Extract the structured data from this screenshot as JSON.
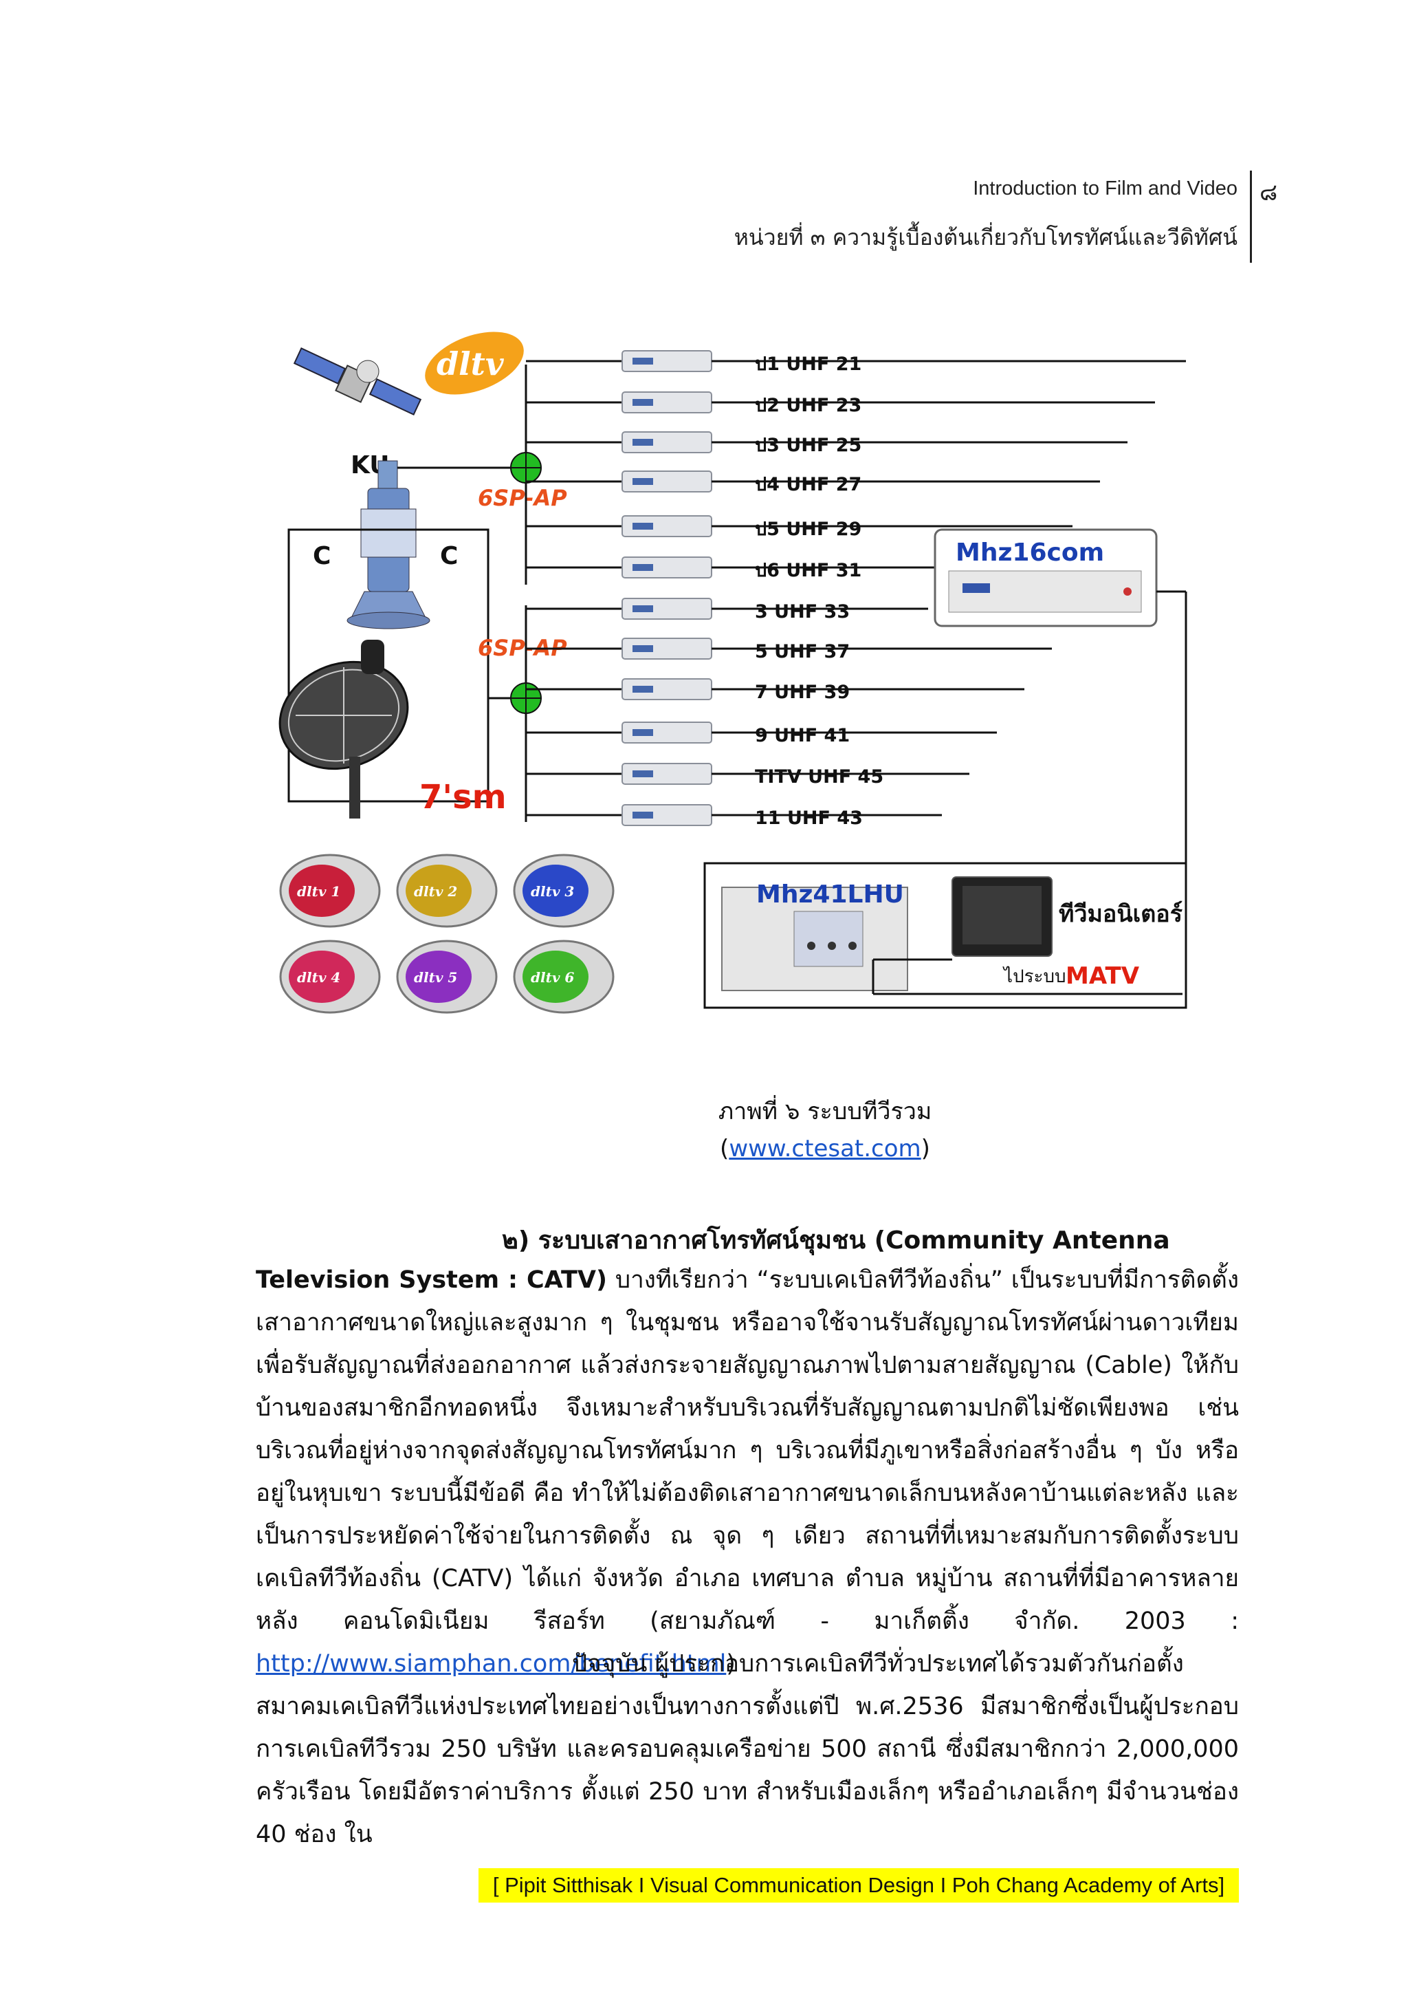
{
  "header": {
    "course": "Introduction to Film and Video",
    "unit": "หน่วยที่ ๓  ความรู้เบื้องต้นเกี่ยวกับโทรทัศน์และวีดิทัศน์",
    "page_number": "๘"
  },
  "diagram": {
    "logo_text": "dltv",
    "ku_label": "KU",
    "c_left": "C",
    "c_right": "C",
    "splitter_top": "6SP-AP",
    "splitter_bottom": "6SP-AP",
    "dish_label": "7'sm",
    "modulator_label": "Mhz16com",
    "amplifier_label": "Mhz41LHU",
    "monitor_label": "ทีวีมอนิเตอร์",
    "matv_prefix": "ไประบบ",
    "matv_label": "MATV",
    "channels": [
      "ป1  UHF 21",
      "ป2  UHF 23",
      "ป3  UHF 25",
      "ป4  UHF 27",
      "ป5  UHF 29",
      "ป6  UHF 31",
      "3     UHF 33",
      "5     UHF 37",
      "7     UHF 39",
      "9     UHF 41",
      "TITV UHF 45",
      "11    UHF 43"
    ],
    "tv_icons": [
      "dltv 1",
      "dltv 2",
      "dltv 3",
      "dltv 4",
      "dltv 5",
      "dltv 6"
    ],
    "colors": {
      "splitter": "#22bb22",
      "splitter_text": "#e8501c",
      "dish_text": "#e02010",
      "modulator_text": "#1a3fb0",
      "matv_text": "#e02010"
    }
  },
  "caption": {
    "figure": "ภาพที่ ๖  ระบบทีวีรวม",
    "source_open": "(",
    "source_link": "www.ctesat.com",
    "source_close": ")"
  },
  "section": {
    "heading": "๒)   ระบบเสาอากาศโทรทัศน์ชุมชน (Community          Antenna",
    "lead_bold": "Television  System  :  CATV)",
    "para1": " บางทีเรียกว่า “ระบบเคเบิลทีวีท้องถิ่น”  เป็นระบบที่มีการติดตั้งเสาอากาศขนาดใหญ่และสูงมาก ๆ ในชุมชน หรืออาจใช้จานรับสัญญาณโทรทัศน์ผ่านดาวเทียมเพื่อรับสัญญาณที่ส่งออกอากาศ แล้วส่งกระจายสัญญาณภาพไปตามสายสัญญาณ (Cable)  ให้กับบ้านของสมาชิกอีกทอดหนึ่ง จึงเหมาะสำหรับบริเวณที่รับสัญญาณตามปกติไม่ชัดเพียงพอ เช่น บริเวณที่อยู่ห่างจากจุดส่งสัญญาณโทรทัศน์มาก ๆ   บริเวณที่มีภูเขาหรือสิ่งก่อสร้างอื่น ๆ บัง หรืออยู่ในหุบเขา ระบบนี้มีข้อดี คือ ทำให้ไม่ต้องติดเสาอากาศขนาดเล็กบนหลังคาบ้านแต่ละหลัง  และเป็นการประหยัดค่าใช้จ่ายในการติดตั้ง ณ จุด ๆ เดียว สถานที่ที่เหมาะสมกับการติดตั้งระบบเคเบิลทีวีท้องถิ่น (CATV) ได้แก่ จังหวัด อำเภอ เทศบาล ตำบล หมู่บ้าน สถานที่ที่มีอาคารหลายหลัง  คอนโดมิเนียม รีสอร์ท (สยามภัณฑ์ -  มาเก็ตติ้ง จำกัด.  2003 : ",
    "para1_link": "http://www.siamphan.com/benefit.html",
    "para1_close": ")",
    "para2_indent": "ปัจจุบัน ผู้ประกอบการเคเบิลทีวีทั่วประเทศได้รวมตัวกันก่อตั้ง",
    "para2": "สมาคมเคเบิลทีวีแห่งประเทศไทยอย่างเป็นทางการตั้งแต่ปี พ.ศ.2536 มีสมาชิกซึ่งเป็นผู้ประกอบการเคเบิลทีวีรวม 250 บริษัท และครอบคลุมเครือข่าย 500 สถานี ซึ่งมีสมาชิกกว่า 2,000,000 ครัวเรือน โดยมีอัตราค่าบริการ ตั้งแต่ 250 บาท สำหรับเมืองเล็กๆ หรืออำเภอเล็กๆ มีจำนวนช่อง 40 ช่อง ใน"
  },
  "footer": {
    "credit": "[ Pipit Sitthisak I Visual Communication  Design I Poh Chang Academy of Arts]"
  }
}
